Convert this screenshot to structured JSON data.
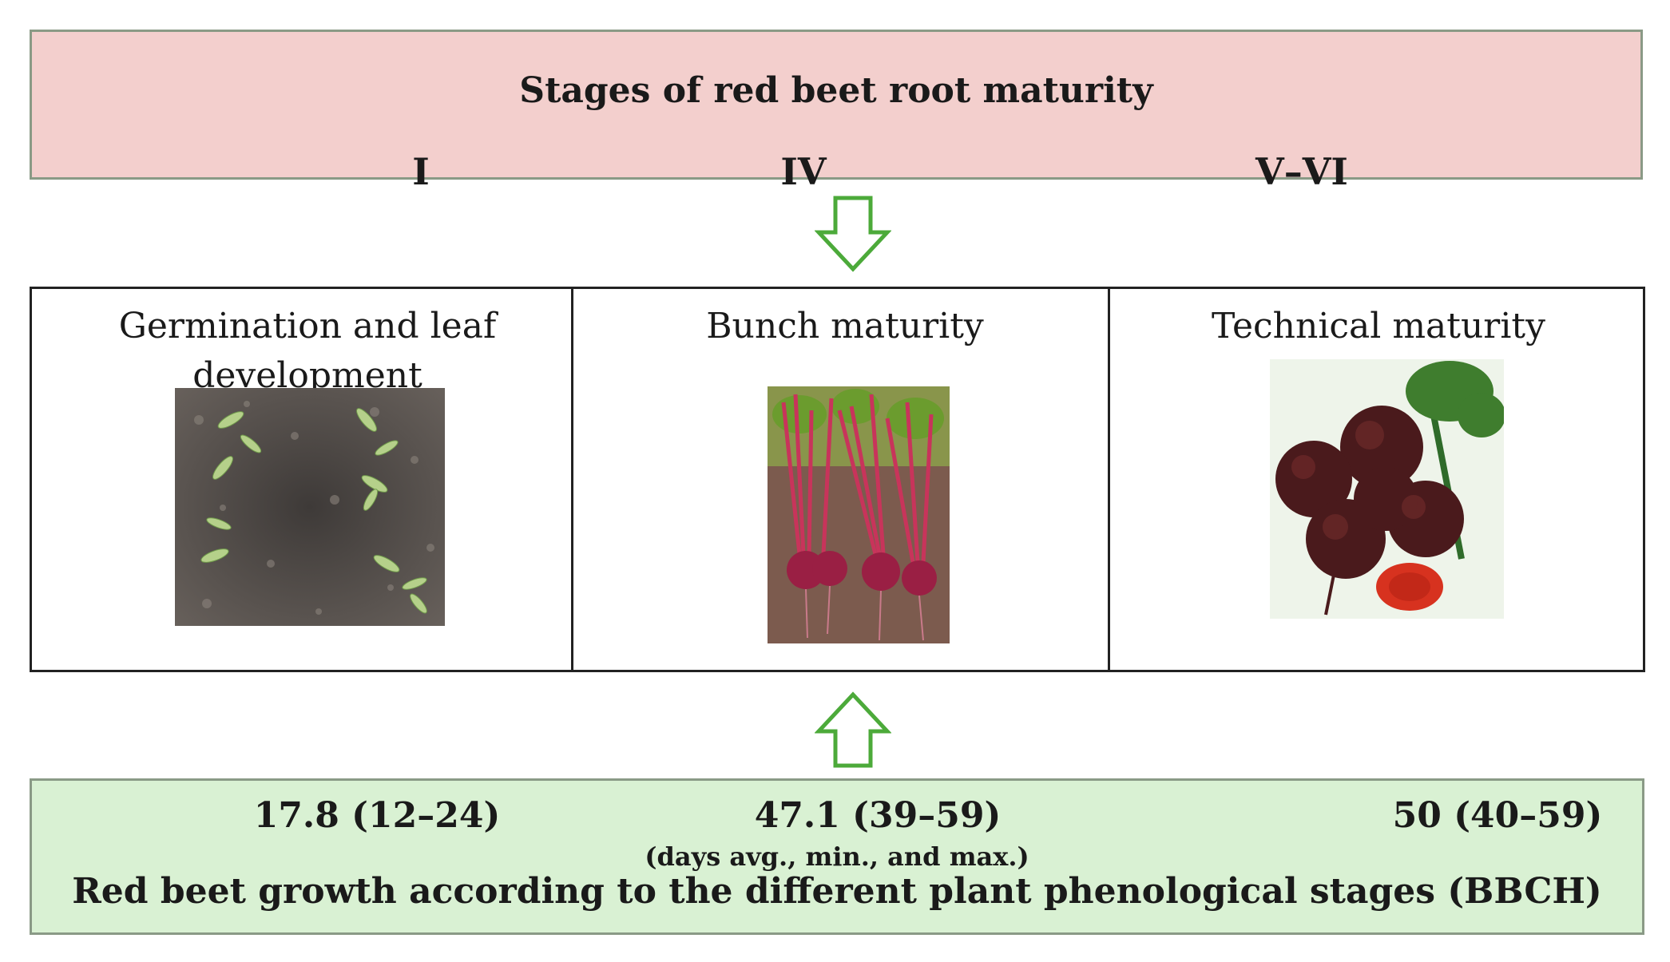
{
  "header": {
    "title": "Stages of red beet root maturity",
    "stages": [
      "I",
      "IV",
      "V–VI"
    ]
  },
  "phases": [
    {
      "label": "Germination and leaf development",
      "photo": "seedlings-in-soil-photo"
    },
    {
      "label": "Bunch maturity",
      "photo": "bunched-beets-photo"
    },
    {
      "label": "Technical maturity",
      "photo": "mature-beet-roots-photo"
    }
  ],
  "footer": {
    "values": [
      "17.8 (12–24)",
      "47.1 (39–59)",
      "50 (40–59)"
    ],
    "unit_note": "(days avg., min., and max.)",
    "caption": "Red beet growth according to the different plant phenological stages (BBCH)"
  },
  "colors": {
    "header_fill": "#f3cfcd",
    "footer_fill": "#d9f1d3",
    "arrow_stroke": "#4caa3a"
  }
}
